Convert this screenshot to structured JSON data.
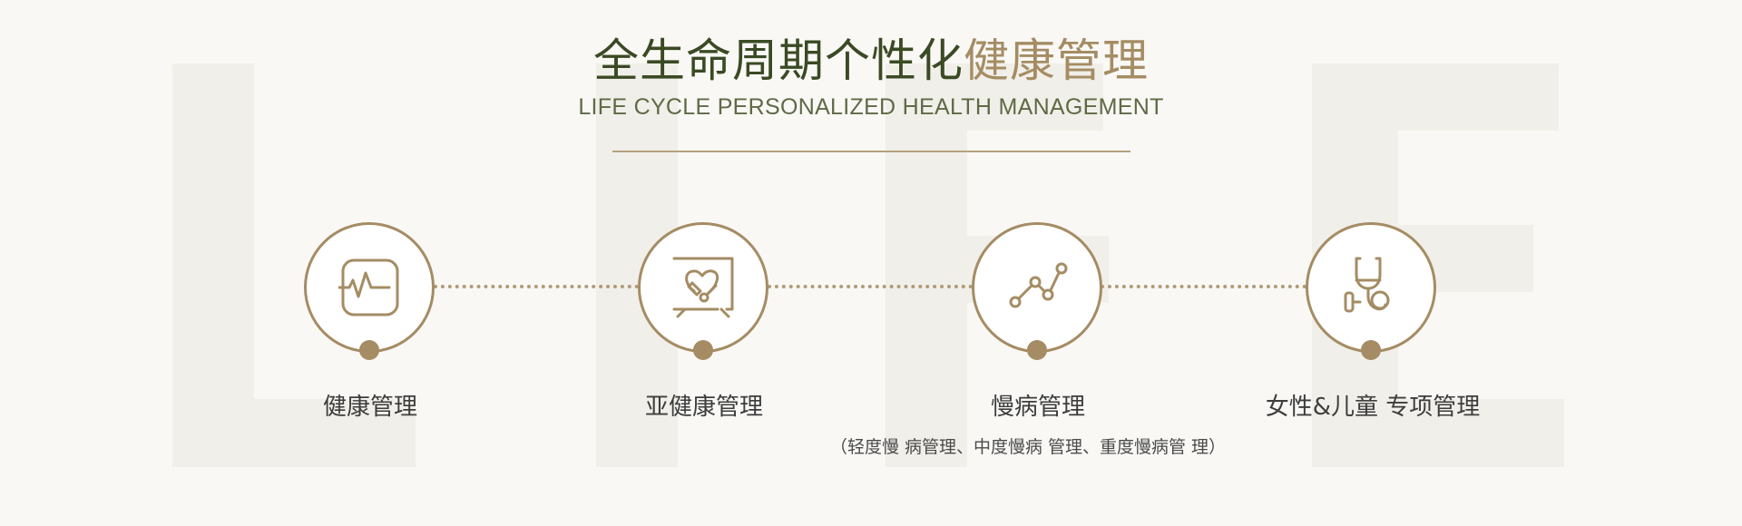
{
  "header": {
    "title_dark": "全生命周期个性化",
    "title_gold": "健康管理",
    "subtitle": "LIFE CYCLE PERSONALIZED HEALTH MANAGEMENT"
  },
  "colors": {
    "background": "#f9f8f5",
    "accent_gold": "#a58c64",
    "title_dark": "#3a4a24",
    "watermark": "#f1efe9"
  },
  "steps": [
    {
      "icon": "heartbeat-monitor-icon",
      "label": "健康管理"
    },
    {
      "icon": "heart-presentation-board-icon",
      "label": "亚健康管理"
    },
    {
      "icon": "line-trend-icon",
      "label": "慢病管理",
      "sublabel": "（轻度慢 病管理、中度慢病 管理、重度慢病管 理）"
    },
    {
      "icon": "stethoscope-icon",
      "label": "女性&儿童 专项管理"
    }
  ]
}
